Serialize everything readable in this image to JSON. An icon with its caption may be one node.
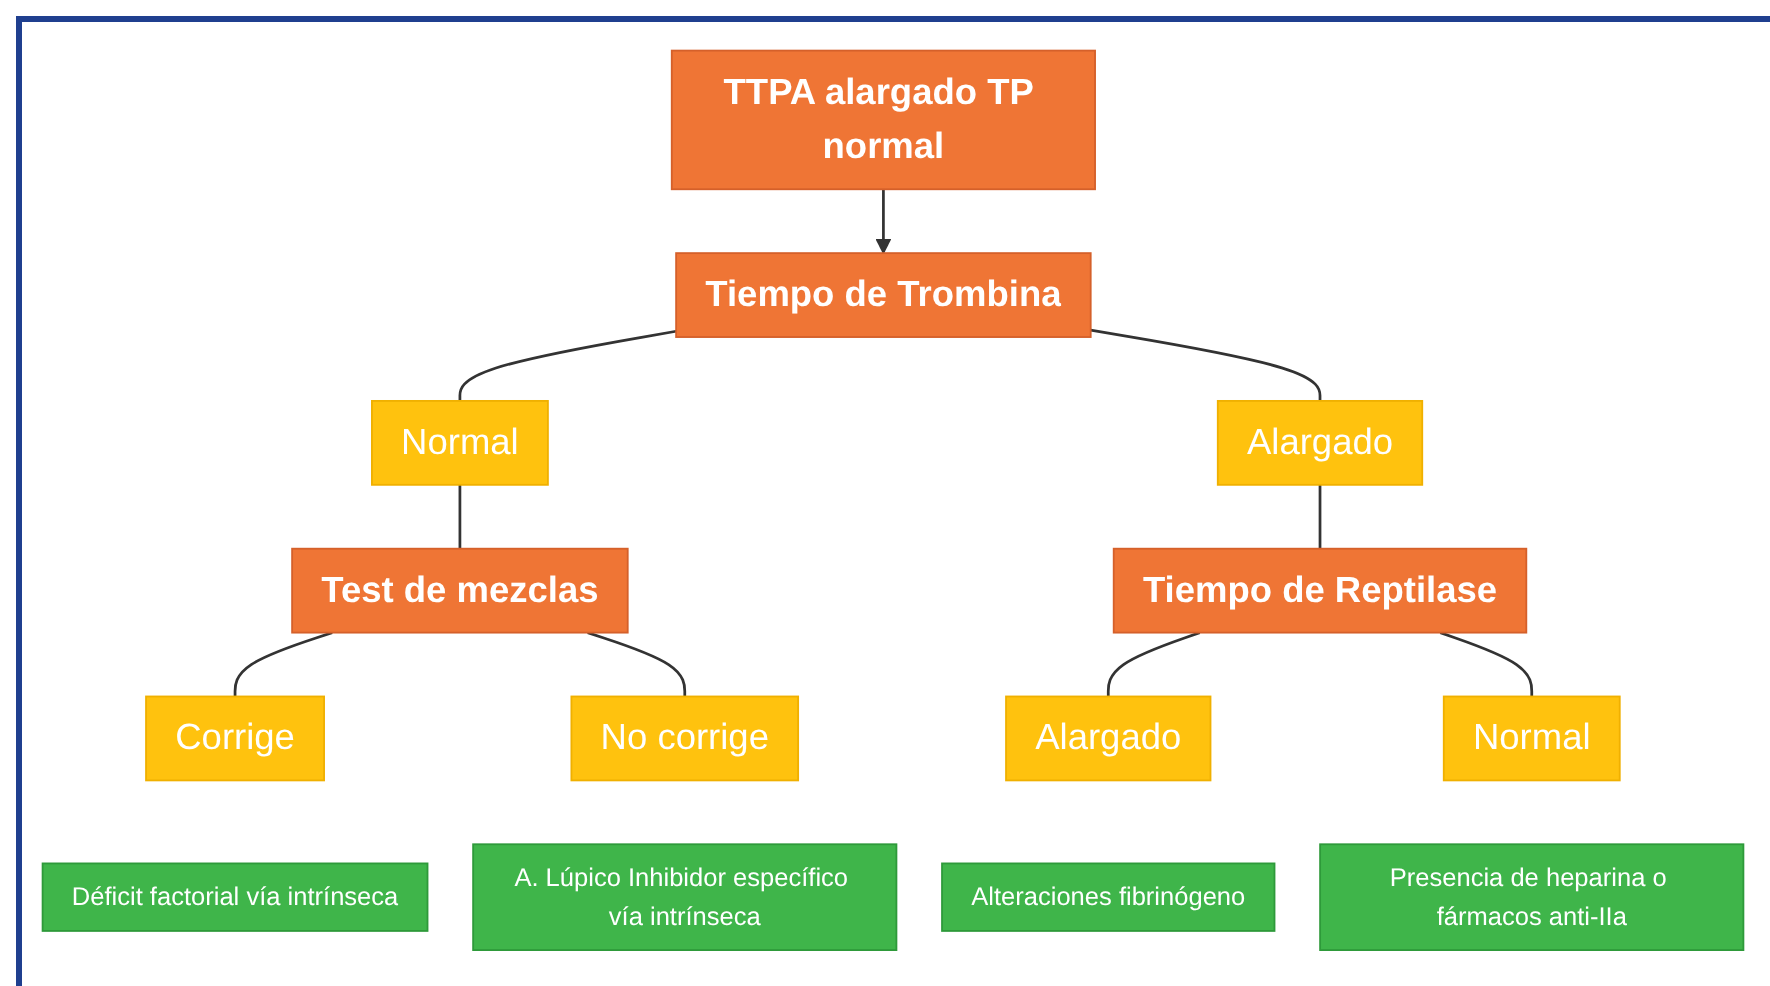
{
  "diagram": {
    "nodes": [
      {
        "text": [
          "TTPA alargado TP normal"
        ]
      },
      {
        "text": [
          "Tiempo de Trombina"
        ]
      },
      {
        "text": [
          "Normal"
        ]
      },
      {
        "text": [
          "Alargado"
        ]
      },
      {
        "text": [
          "Test de mezclas"
        ]
      },
      {
        "text": [
          "Tiempo de Reptilase"
        ]
      },
      {
        "text": [
          "Corrige"
        ]
      },
      {
        "text": [
          "No corrige"
        ]
      },
      {
        "text": [
          "Alargado"
        ]
      },
      {
        "text": [
          "Normal"
        ]
      },
      {
        "text": [
          "Déficit factorial vía intrínseca"
        ]
      },
      {
        "text": [
          "A. Lúpico Inhibidor específico vía intrínseca"
        ]
      },
      {
        "text": [
          "Alteraciones fibrinógeno"
        ]
      },
      {
        "text": [
          "Presencia de heparina o fármacos anti-IIa"
        ]
      }
    ],
    "edges": [
      {
        "from": 0,
        "to": 1,
        "arrow": "to"
      },
      {
        "from": 1,
        "to": 2,
        "arrow": "none"
      },
      {
        "from": 1,
        "to": 3,
        "arrow": "none"
      },
      {
        "from": 2,
        "to": 4,
        "arrow": "none"
      },
      {
        "from": 3,
        "to": 5,
        "arrow": "none"
      },
      {
        "from": 4,
        "to": 6,
        "arrow": "none"
      },
      {
        "from": 4,
        "to": 7,
        "arrow": "none"
      },
      {
        "from": 5,
        "to": 8,
        "arrow": "none"
      },
      {
        "from": 5,
        "to": 9,
        "arrow": "none"
      }
    ]
  }
}
